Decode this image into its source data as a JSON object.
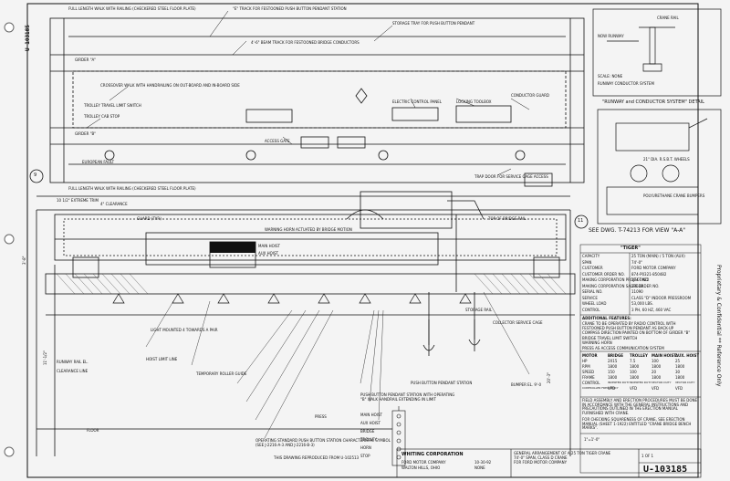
{
  "drawing": {
    "number": "U-103185",
    "side_note": "Proprietary & Confidential ** Reference Only",
    "detail_marker_left": "9",
    "detail_marker_right": "11",
    "crane_title": "\"TIGER\"",
    "see_dwg_note": "SEE DWG. T-74213 FOR VIEW \"A-A\"",
    "runway_conductor_detail": "\"RUNWAY and CONDUCTOR SYSTEM\" DETAIL",
    "hook_sign": "SCALE: NONE",
    "footer_stamp": "THIS DRAWING REPRODUCED FROM U-102513"
  },
  "top_view_labels": [
    "FULL LENGTH WALK WITH RAILING (CHECKERED STEEL FLOOR PLATE)",
    "\"E\" TRACK FOR FESTOONED PUSH BUTTON PENDANT STATION",
    "STORAGE TRAY FOR PUSH BUTTON PENDANT",
    "4'-6\" BEAM TRACK FOR FESTOONED BRIDGE CONDUCTORS",
    "GIRDER \"A\"",
    "GIRDER \"B\"",
    "CROSSOVER WALK WITH HANDRAILING ON OUT-BOARD AND IN-BOARD SIDE",
    "TROLLEY TRAVEL LIMIT SWITCH",
    "TROLLEY CAB STOP",
    "CONDUCTOR GUARD",
    "ELECTRIC CONTROL PANEL",
    "LOCKING TOOLBOX",
    "ACCESS GATE",
    "TRAP DOOR FOR SERVICE CAGE ACCESS",
    "EUROPEAN FAULT",
    "FULL LENGTH WALK WITH RAILING (CHECKERED STEEL FLOOR PLATE)"
  ],
  "elevation_labels": [
    "GUARD (TYP.)",
    "MAIN HOIST",
    "AUX HOIST",
    "TOP OF BRIDGE RAIL",
    "WARNING HORN ACTUATED BY BRIDGE MOTION",
    "LIGHT MOUNTED 4 TOWARDS A PAIR",
    "COLLECTOR SERVICE CAGE",
    "STORAGE RAIL",
    "BUMPER EL. 9'-0",
    "FLOOR",
    "PRESS",
    "TEMPORARY ROLLER GUIDE",
    "PUSH BUTTON PENDANT STATION",
    "HOIST LIMIT LINE",
    "CLEARANCE LINE",
    "RUNWAY RAIL EL."
  ],
  "pendant_buttons": [
    "MAIN HOIST",
    "AUX HOIST",
    "BRIDGE",
    "TROLLEY",
    "HORN",
    "STOP"
  ],
  "spec_table": [
    {
      "label": "CAPACITY",
      "value": "25 TON (MAIN) / 5 TON (AUX)"
    },
    {
      "label": "SPAN",
      "value": "74'-0\""
    },
    {
      "label": "CUSTOMER",
      "value": "FORD MOTOR COMPANY"
    },
    {
      "label": "CUSTOMER ORDER NO.",
      "value": "874-P0321-850482"
    },
    {
      "label": "MAKING CORPORATION PROJECT NO.",
      "value": "174-0922"
    },
    {
      "label": "MAKING CORPORATION SALES ORDER NO.",
      "value": "29533"
    },
    {
      "label": "SERIAL NO.",
      "value": "11090"
    },
    {
      "label": "SERVICE",
      "value": "CLASS \"D\" INDOOR PRESSROOM"
    },
    {
      "label": "WHEEL LOAD",
      "value": "53,000 LBS."
    },
    {
      "label": "CONTROL",
      "value": "3 PH, 60 HZ, 460 VAC"
    }
  ],
  "additional_features_title": "ADDITIONAL FEATURES:",
  "additional_features": [
    "CRANE TO BE OPERATED BY RADIO CONTROL WITH FESTOONED PUSH BUTTON PENDANT AS BACK-UP",
    "COMPASS DIRECTION PAINTED ON BOTTOM OF GIRDER \"B\"",
    "BRIDGE TRAVEL LIMIT SWITCH",
    "WARNING HORN",
    "PRESS AS ACCESS COMMUNICATION SYSTEM"
  ],
  "motor_table": {
    "headers": [
      "MOTOR",
      "BRIDGE",
      "TROLLEY",
      "MAIN HOIST",
      "AUX. HOIST"
    ],
    "rows": [
      [
        "HP",
        "2X15",
        "7.5",
        "100",
        "25"
      ],
      [
        "RPM",
        "1800",
        "1800",
        "1800",
        "1800"
      ],
      [
        "SPEED",
        "150",
        "100",
        "20",
        "30"
      ],
      [
        "FRAME",
        "1800",
        "1800",
        "1800",
        "1800"
      ],
      [
        "CONTROL",
        "INVERTER DUTY",
        "INVERTER DUTY",
        "VECTOR DUTY",
        "VECTOR DUTY"
      ],
      [
        "CONTROLLER FREQUENCY",
        "VFD",
        "VFD",
        "VFD",
        "VFD"
      ]
    ]
  },
  "general_notes": [
    "FIELD ASSEMBLY AND ERECTION PROCEDURES MUST BE DONE IN ACCORDANCE WITH THE GENERAL INSTRUCTIONS AND PRECAUTIONS OUTLINED IN THE ERECTION MANUAL FURNISHED WITH CRANE.",
    "FOR CHECKING SQUARENESS OF CRANE, SEE ERECTION MANUAL (SHEET 1-1922) ENTITLED \"CRANE BRIDGE BENCH MARKS\"."
  ],
  "pendant_note": "PUSH BUTTON PENDANT STATION WITH OPERATING \"B\" WALK HANDRAIL EXTENDING IN LIMIT",
  "characteristic_note": "OPERATING STANDARD PUSH BUTTON STATION CHARACTERISTIC SYMBOL (SEE J-2216-A-3 AND J-2216-B-3)",
  "title_block": {
    "company": "WHITING CORPORATION",
    "description_lines": [
      "GENERAL ARRANGEMENT OF A 25 TON TIGER CRANE",
      "74'-0\" SPAN, CLASS D CRANE",
      "FOR FORD MOTOR COMPANY"
    ],
    "customer": "FORD MOTOR COMPANY",
    "location": "WALTON HILLS, OHIO",
    "date": "10-30-92",
    "scale": "NONE",
    "drawing_no": "U-103185",
    "sheet": "1 OF 1"
  },
  "runway_detail_labels": [
    "CRANE RAIL",
    "NOW RUNWAY",
    "RUNWAY CONDUCTOR SYSTEM",
    "21\" DIA. R.S.B.T. WHEELS",
    "POLYURETHANE CRANE BUMPERS"
  ],
  "dimensions": [
    "10 1/2\" EXTREME TRIM",
    "4\" CLEARANCE",
    "11'-1/2\"",
    "3'-8\"",
    "20'-3\"",
    "1\"=1'-0\""
  ],
  "colors": {
    "paper": "#f4f4f4",
    "ink": "#111111",
    "hatch": "#444444"
  }
}
